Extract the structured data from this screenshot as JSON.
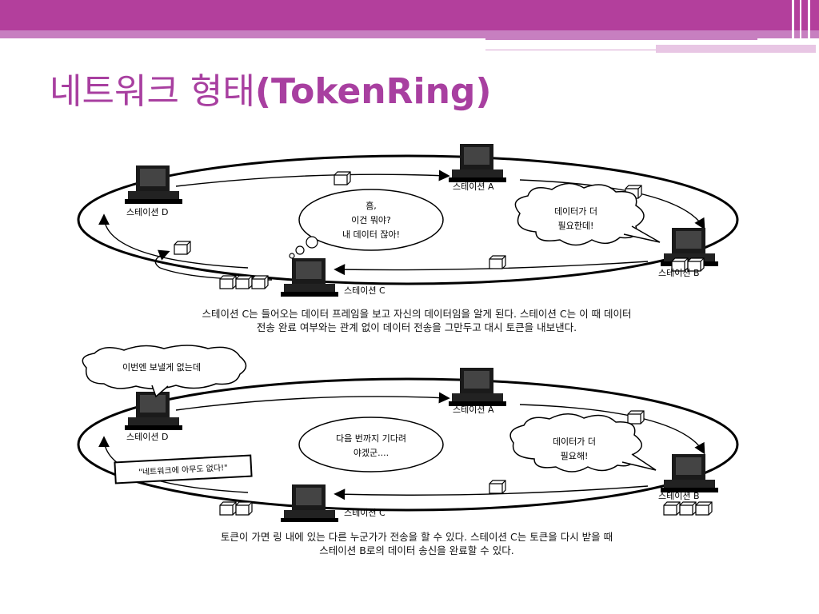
{
  "slide": {
    "title_korean": "네트워크 형태",
    "title_latin": "(TokenRing)"
  },
  "diagram_top": {
    "stations": {
      "a": "스테이션 A",
      "b": "스테이션 B",
      "c": "스테이션 C",
      "d": "스테이션 D"
    },
    "bubble_c": [
      "흠,",
      "이건 뭐야?",
      "내 데이터 잖아!"
    ],
    "bubble_b": [
      "데이터가 더",
      "필요한데!"
    ],
    "caption_line1": "스테이션 C는 들어오는 데이터 프레임을 보고 자신의 데이터임을 알게 된다. 스테이션 C는 이 때 데이터",
    "caption_line2": "전송 완료 여부와는 관계 없이 데이터 전송을 그만두고 대시 토큰을 내보낸다."
  },
  "diagram_bottom": {
    "stations": {
      "a": "스테이션 A",
      "b": "스테이션 B",
      "c": "스테이션 C",
      "d": "스테이션 D"
    },
    "bubble_d": "이번엔 보낼게 없는데",
    "bubble_c": [
      "다음 번까지 기다려",
      "야겠군...."
    ],
    "bubble_b": [
      "데이터가 더",
      "필요해!"
    ],
    "sign": "\"네트워크에 아무도 없다!\"",
    "caption_line1": "토큰이 가면 링 내에 있는 다른 누군가가 전송을 할 수 있다. 스테이션 C는 토큰을 다시 받을 때",
    "caption_line2": "스테이션 B로의 데이터 송신을 완료할 수 있다."
  },
  "colors": {
    "accent": "#b33f9c",
    "accent_light": "#c77fc0",
    "title": "#a83fa0"
  }
}
